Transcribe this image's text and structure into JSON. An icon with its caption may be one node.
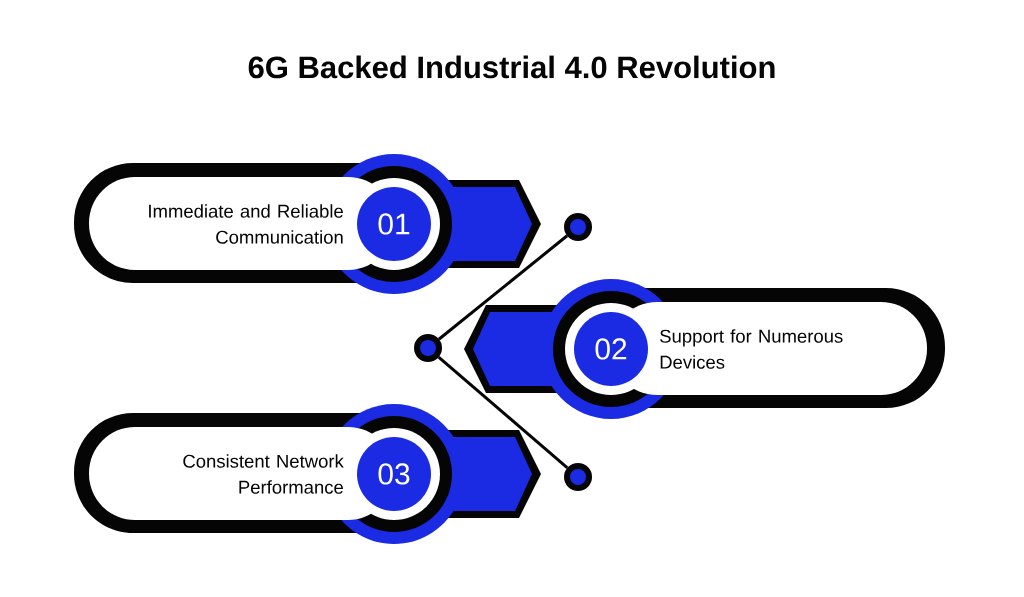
{
  "diagram": {
    "title": "6G Backed Industrial 4.0 Revolution",
    "nodes": [
      {
        "text": [
          "Immediate and Reliable Communication"
        ]
      },
      {
        "text": [
          "01"
        ],
        "in": 0
      },
      {
        "text": [],
        "shape": "circle"
      },
      {
        "text": [],
        "shape": "circle"
      },
      {
        "text": [
          "Support for Numerous Devices"
        ]
      },
      {
        "text": [
          "02"
        ],
        "in": 4
      },
      {
        "text": [
          "Consistent Network Performance"
        ]
      },
      {
        "text": [
          "03"
        ],
        "in": 6
      },
      {
        "text": [],
        "shape": "circle"
      }
    ],
    "edges": [
      {
        "from": 3,
        "to": 2,
        "arrow": "none"
      },
      {
        "from": 3,
        "to": 8,
        "arrow": "none"
      }
    ]
  }
}
